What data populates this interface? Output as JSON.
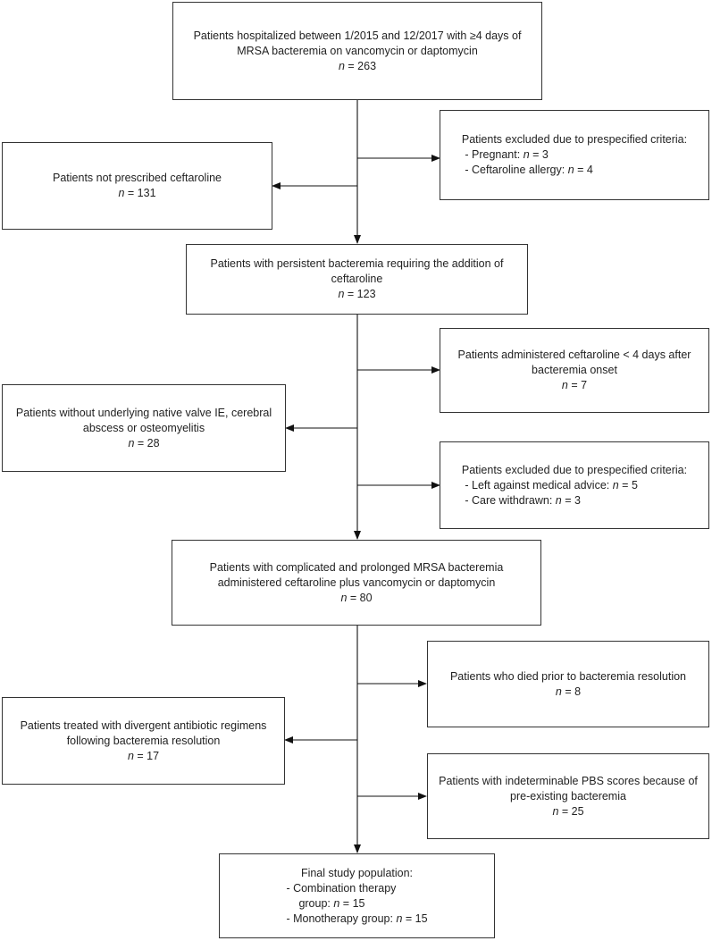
{
  "boxes": {
    "start": {
      "lines": [
        "Patients hospitalized between 1/2015 and 12/2017 with ≥4 days of",
        "MRSA bacteremia on vancomycin or daptomycin"
      ],
      "n": "263"
    },
    "excl1": {
      "title": "Patients excluded due to prespecified criteria:",
      "items": [
        {
          "label": "- Pregnant: ",
          "n": "3"
        },
        {
          "label": "- Ceftaroline allergy: ",
          "n": "4"
        }
      ]
    },
    "not_prescribed": {
      "lines": [
        "Patients not prescribed ceftaroline"
      ],
      "n": "131"
    },
    "persistent": {
      "lines": [
        "Patients with persistent bacteremia requiring the addition of",
        "ceftaroline"
      ],
      "n": "123"
    },
    "lt4days": {
      "lines": [
        "Patients administered ceftaroline < 4 days after",
        "bacteremia onset"
      ],
      "n": "7"
    },
    "no_ie": {
      "lines": [
        "Patients without underlying native valve IE, cerebral",
        "abscess or osteomyelitis"
      ],
      "n": "28"
    },
    "excl2": {
      "title": "Patients excluded due to prespecified criteria:",
      "items": [
        {
          "label": "- Left against medical advice: ",
          "n": "5"
        },
        {
          "label": "- Care withdrawn: ",
          "n": "3"
        }
      ]
    },
    "complicated": {
      "lines": [
        "Patients with complicated and prolonged MRSA bacteremia",
        "administered ceftaroline plus vancomycin or daptomycin"
      ],
      "n": "80"
    },
    "died": {
      "lines": [
        "Patients who died prior to bacteremia resolution"
      ],
      "n": "8"
    },
    "divergent": {
      "lines": [
        "Patients treated with divergent antibiotic regimens",
        "following bacteremia resolution"
      ],
      "n": "17"
    },
    "indeterminable": {
      "lines": [
        "Patients with indeterminable PBS scores because of",
        "pre-existing bacteremia"
      ],
      "n": "25"
    },
    "final": {
      "title": "Final study population:",
      "item1a": "- Combination therapy",
      "item1b": "group: ",
      "n1": "15",
      "item2": "- Monotherapy group: ",
      "n2": "15"
    }
  },
  "n_prefix": "n",
  "n_equals": " = "
}
